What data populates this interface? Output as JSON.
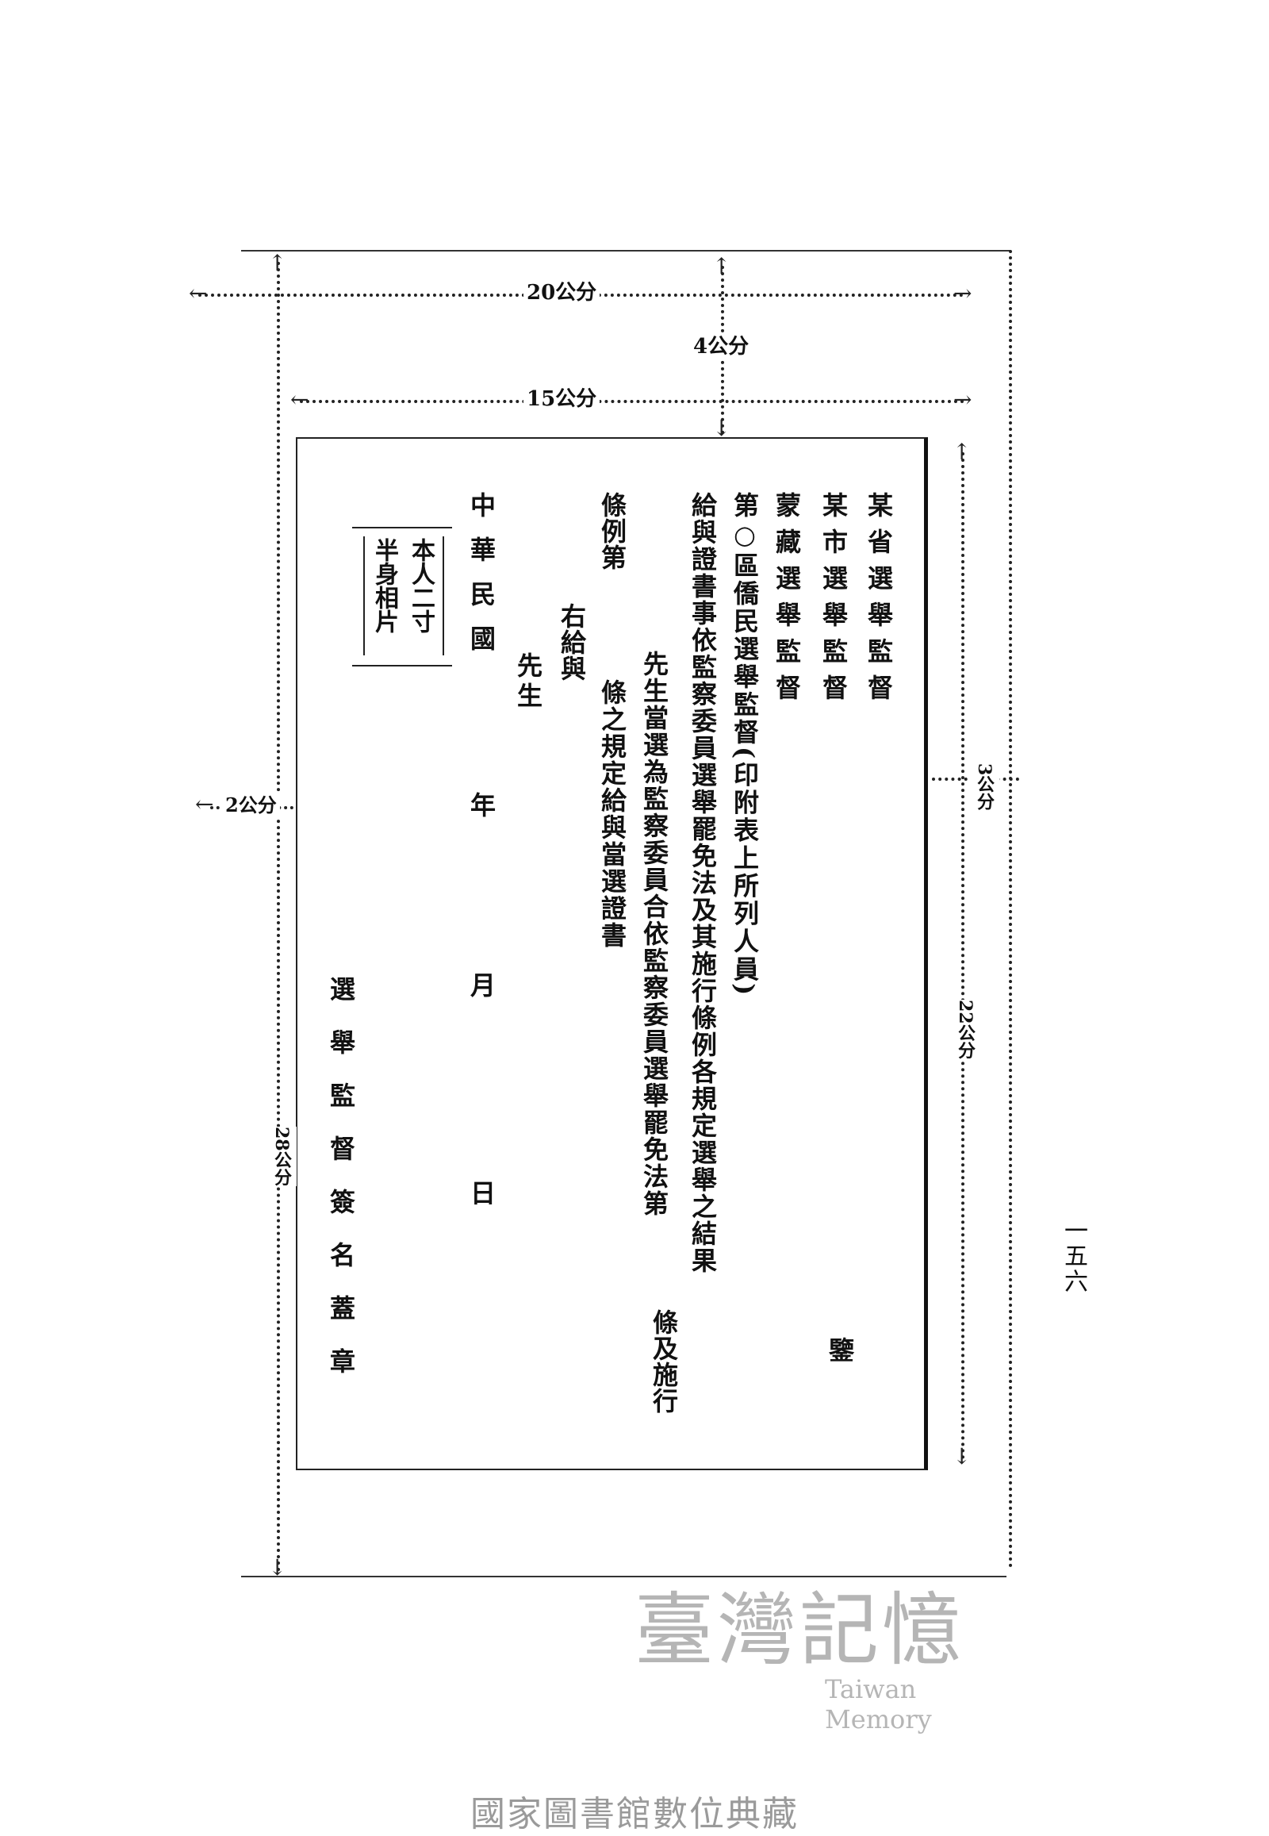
{
  "dimensions": {
    "width_20": "20公分",
    "height_4": "4公分",
    "width_15": "15公分",
    "margin_3": "3公分",
    "height_22": "22公分",
    "margin_2": "2公分",
    "height_28": "28公分"
  },
  "certificate": {
    "addressees": [
      "某省選舉監督",
      "某市選舉監督",
      "蒙藏選舉監督",
      "第○區僑民選舉監督(印附表上所列人員)"
    ],
    "salutation": "鑒",
    "body_line1": "給與證書事依監察委員選舉罷免法及其施行條例各規定選舉之結果",
    "body_line2": "先生當選為監察委員合依監察委員選舉罷免法第",
    "body_line2_end": "條及施行",
    "body_line3a": "條例第",
    "body_line3b": "條之規定給與當選證書",
    "given_to": "右給與",
    "mister": "先生",
    "date_prefix": "中華民國",
    "year": "年",
    "month": "月",
    "day": "日",
    "photo_line1": "本人二寸",
    "photo_line2": "半身相片",
    "signature": "選舉監督簽名蓋章"
  },
  "page_number": "一五六",
  "watermark": {
    "chinese": "臺灣記憶",
    "english": "Taiwan Memory"
  },
  "footer": "國家圖書館數位典藏"
}
